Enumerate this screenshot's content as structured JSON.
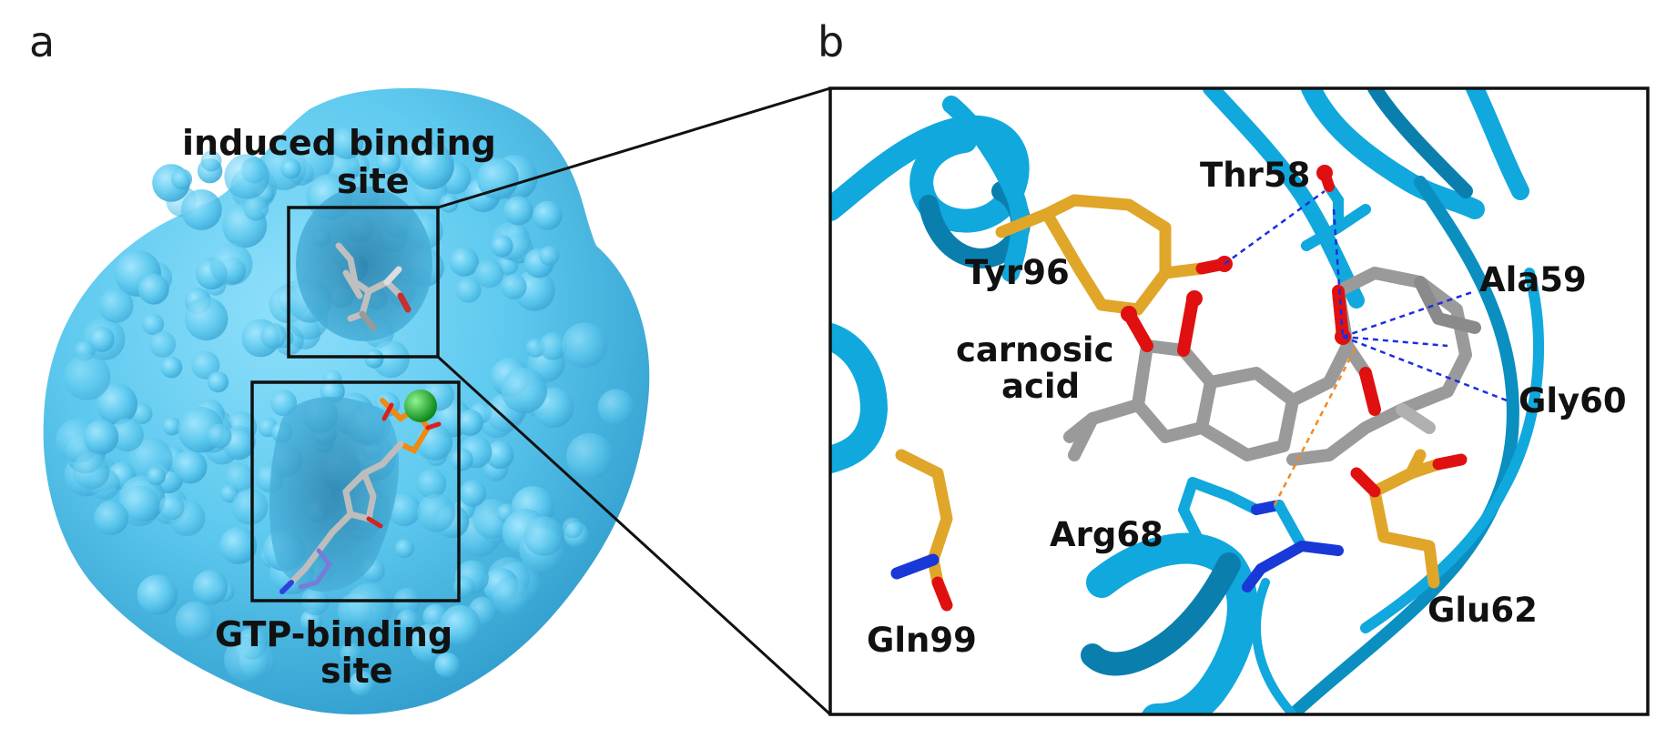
{
  "panel_a": {
    "letter": "a",
    "labels": {
      "induced_site_line1": "induced binding",
      "induced_site_line2": "site",
      "gtp_site_line1": "GTP-binding",
      "gtp_site_line2": "site"
    }
  },
  "panel_b": {
    "letter": "b",
    "labels": {
      "thr58": "Thr58",
      "tyr96": "Tyr96",
      "ala59": "Ala59",
      "gly60": "Gly60",
      "ligand_line1": "carnosic",
      "ligand_line2": "acid",
      "arg68": "Arg68",
      "gln99": "Gln99",
      "glu62": "Glu62"
    }
  },
  "colors": {
    "surface": "#5cc8ee",
    "surface_dark": "#2f9fcf",
    "ribbon": "#10a8dd",
    "ribbon_dark": "#0a7fae",
    "residue_gold": "#e0a62a",
    "ligand_gray": "#9a9a9a",
    "oxygen_red": "#e01010",
    "nitrogen_blue": "#1838d8",
    "phosphorus_orange": "#f08a10",
    "magnesium_green": "#22b02a",
    "hbond_blue": "#1a2ee0",
    "cation_pi_orange": "#f08a20"
  }
}
